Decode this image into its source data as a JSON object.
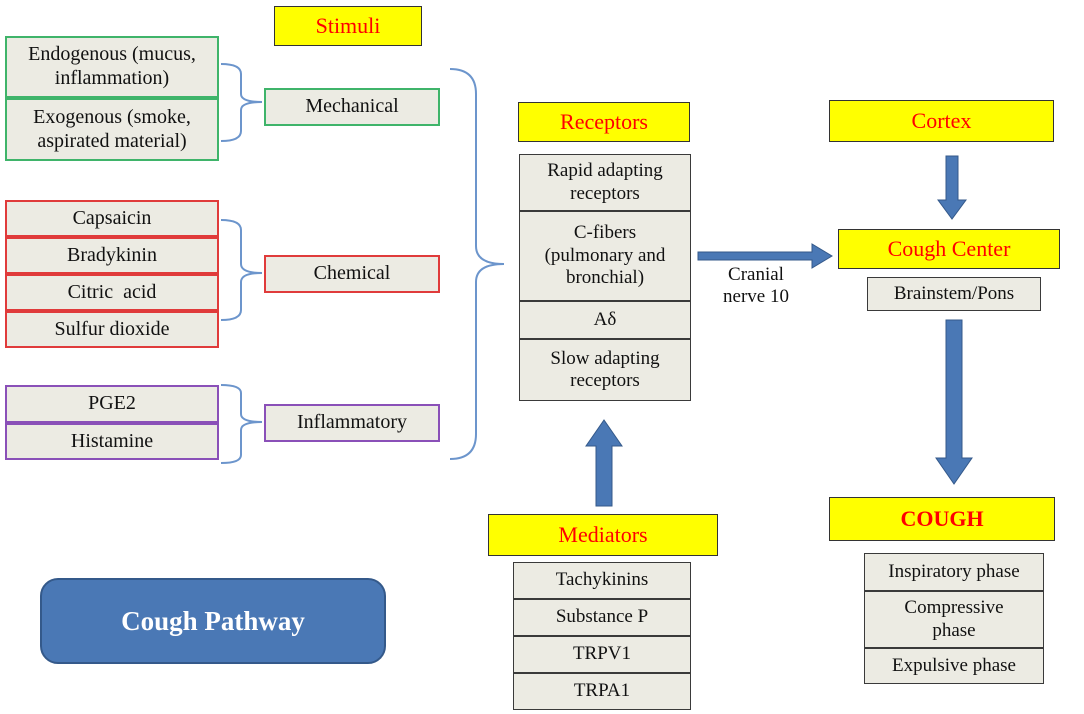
{
  "stimuli": {
    "title": "Stimuli",
    "mechanical": {
      "label": "Mechanical",
      "items": [
        "Endogenous (mucus, inflammation)",
        "Exogenous (smoke, aspirated material)"
      ]
    },
    "chemical": {
      "label": "Chemical",
      "items": [
        "Capsaicin",
        "Bradykinin",
        "Citric  acid",
        "Sulfur dioxide"
      ]
    },
    "inflammatory": {
      "label": "Inflammatory",
      "items": [
        "PGE2",
        "Histamine"
      ]
    }
  },
  "receptors": {
    "title": "Receptors",
    "items": [
      "Rapid adapting receptors",
      "C-fibers (pulmonary and bronchial)",
      "Aδ",
      "Slow adapting receptors"
    ]
  },
  "nerve_label": "Cranial nerve 10",
  "cortex": {
    "title": "Cortex"
  },
  "cough_center": {
    "title": "Cough Center",
    "location": "Brainstem/Pons"
  },
  "cough": {
    "title": "COUGH",
    "phases": [
      "Inspiratory phase",
      "Compressive phase",
      "Expulsive phase"
    ]
  },
  "mediators": {
    "title": "Mediators",
    "items": [
      "Tachykinins",
      "Substance P",
      "TRPV1",
      "TRPA1"
    ]
  },
  "pathway_label": "Cough Pathway",
  "colors": {
    "header_fill": "#ffff00",
    "header_text": "#ff0000",
    "arrow": "#4a78b5",
    "bracket": "#6c95cc",
    "mechanical": "#3fb46a",
    "chemical": "#e03b3b",
    "inflammatory": "#8a50b8"
  }
}
